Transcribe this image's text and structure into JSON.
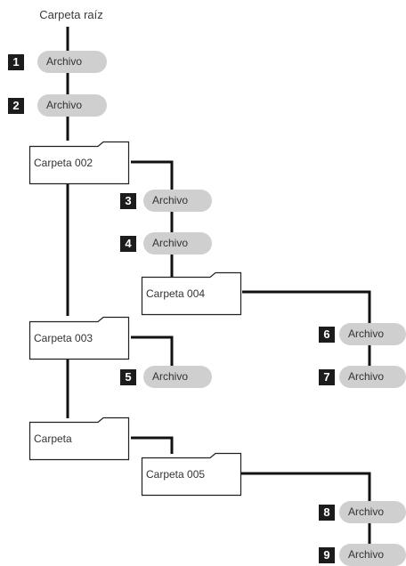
{
  "root": {
    "label": "Carpeta raíz"
  },
  "folders": [
    {
      "id": "f002",
      "label": "Carpeta 002"
    },
    {
      "id": "f003",
      "label": "Carpeta 003"
    },
    {
      "id": "fplain",
      "label": "Carpeta"
    },
    {
      "id": "f004",
      "label": "Carpeta 004"
    },
    {
      "id": "f005",
      "label": "Carpeta 005"
    }
  ],
  "files": [
    {
      "number": "1",
      "label": "Archivo"
    },
    {
      "number": "2",
      "label": "Archivo"
    },
    {
      "number": "3",
      "label": "Archivo"
    },
    {
      "number": "4",
      "label": "Archivo"
    },
    {
      "number": "5",
      "label": "Archivo"
    },
    {
      "number": "6",
      "label": "Archivo"
    },
    {
      "number": "7",
      "label": "Archivo"
    },
    {
      "number": "8",
      "label": "Archivo"
    },
    {
      "number": "9",
      "label": "Archivo"
    }
  ],
  "colors": {
    "line": "#111111",
    "pill": "#cfcfcf",
    "badge": "#1c1c1c"
  }
}
